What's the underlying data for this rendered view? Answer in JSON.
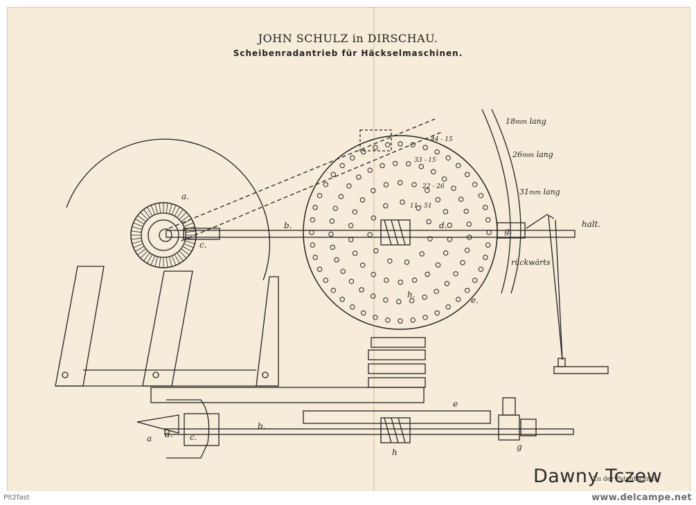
{
  "header": {
    "title": "JOHN SCHULZ in DIRSCHAU.",
    "subtitle": "Scheibenradantrieb für Häckselmaschinen."
  },
  "labels": {
    "a_top": "a.",
    "b_top": "b.",
    "c_top": "c.",
    "d_top": "d.",
    "e_top": "e.",
    "g_top": "g.",
    "h_top": "h.",
    "s1": "44 - 15",
    "s2": "33 - 15",
    "s3": "22 - 26",
    "s4": "11 - 51",
    "len1": "18",
    "len2": "26",
    "len3": "31",
    "lang": "lang",
    "mm": "mm",
    "halt": "halt.",
    "rueck": "rückwärts",
    "a_bot": "a",
    "c_bot": "c.",
    "b_bot": "b.",
    "d_bot": "d.",
    "e_bot": "e",
    "h_bot": "h",
    "g_bot": "g"
  },
  "footer": {
    "patent_note": "Zu der Patentschrift",
    "watermark_left": "Pit2fast",
    "watermark_center": "Dawny Tczew",
    "watermark_right": "www.delcampe.net"
  }
}
